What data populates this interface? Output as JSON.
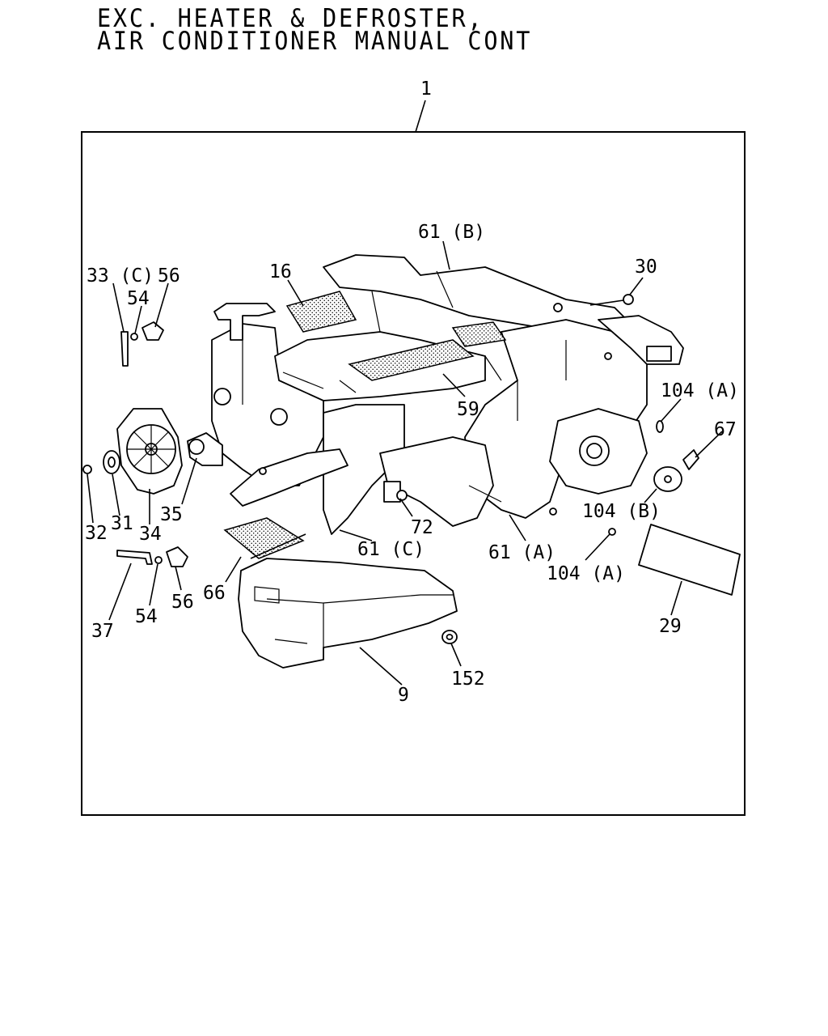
{
  "title": {
    "line1": "EXC. HEATER & DEFROSTER,",
    "line2": "AIR CONDITIONER MANUAL CONT"
  },
  "assembly_ref": "1",
  "callouts": {
    "c1": "61 (B)",
    "c2": "16",
    "c3": "33 (C)",
    "c4": "56",
    "c5": "54",
    "c6": "30",
    "c7": "104 (A)",
    "c8": "67",
    "c9": "59",
    "c10": "35",
    "c11": "32",
    "c12": "31",
    "c13": "34",
    "c14": "72",
    "c15": "104 (B)",
    "c16": "61 (C)",
    "c17": "61 (A)",
    "c18": "104 (A)",
    "c19": "56",
    "c20": "66",
    "c21": "54",
    "c22": "37",
    "c23": "29",
    "c24": "152",
    "c25": "9"
  }
}
